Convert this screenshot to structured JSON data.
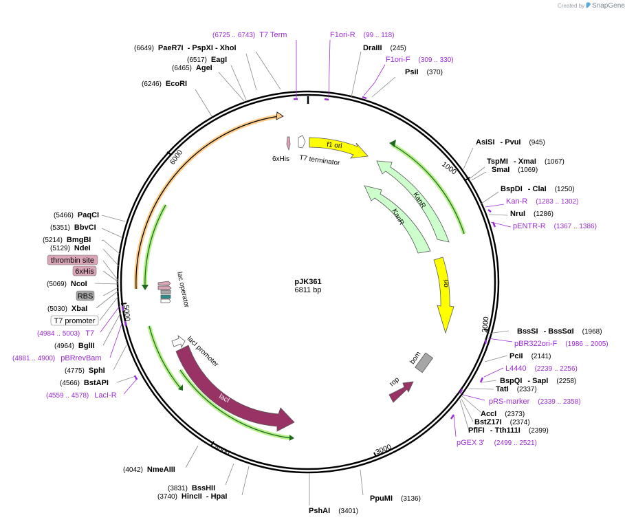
{
  "credit": {
    "prefix": "Created by",
    "brand": "SnapGene"
  },
  "plasmid": {
    "name": "pJK361",
    "size": "6811 bp"
  },
  "ticks": [
    "1000",
    "2000",
    "3000",
    "4000",
    "5000",
    "6000"
  ],
  "sites": [
    {
      "id": "T7term",
      "pos": "(6725 .. 6743)",
      "name": "T7 Term",
      "primer": true
    },
    {
      "id": "F1oriR",
      "name": "F1ori-R",
      "pos": "(99 .. 118)",
      "primer": true
    },
    {
      "id": "paer7i",
      "pos": "(6649)",
      "name": "PaeR7I",
      "suffix": "- PspXI   - XhoI"
    },
    {
      "id": "draiii",
      "name": "DraIII",
      "pos": "(245)"
    },
    {
      "id": "eagi",
      "pos": "(6517)",
      "name": "EagI"
    },
    {
      "id": "f1oriF",
      "name": "F1ori-F",
      "pos": "(309 .. 330)",
      "primer": true
    },
    {
      "id": "agei",
      "pos": "(6465)",
      "name": "AgeI"
    },
    {
      "id": "psii",
      "name": "PsiI",
      "pos": "(370)"
    },
    {
      "id": "ecori",
      "pos": "(6246)",
      "name": "EcoRI"
    },
    {
      "id": "asisi",
      "name": "AsiSI",
      "suffix": "- PvuI",
      "pos": "(945)"
    },
    {
      "id": "tspmi",
      "name": "TspMI",
      "suffix": "- XmaI",
      "pos": "(1067)"
    },
    {
      "id": "smai",
      "name": "SmaI",
      "pos": "(1069)"
    },
    {
      "id": "bspdi",
      "name": "BspDI",
      "suffix": "- ClaI",
      "pos": "(1250)"
    },
    {
      "id": "kanR",
      "name": "Kan-R",
      "pos": "(1283 .. 1302)",
      "primer": true
    },
    {
      "id": "nrui",
      "name": "NruI",
      "pos": "(1286)"
    },
    {
      "id": "pentrR",
      "name": "pENTR-R",
      "pos": "(1367 .. 1386)",
      "primer": true
    },
    {
      "id": "paqci",
      "pos": "(5466)",
      "name": "PaqCI"
    },
    {
      "id": "bbvci",
      "pos": "(5351)",
      "name": "BbvCI"
    },
    {
      "id": "bmgbi",
      "pos": "(5214)",
      "name": "BmgBI"
    },
    {
      "id": "ndei",
      "pos": "(5129)",
      "name": "NdeI"
    },
    {
      "id": "ncoi",
      "pos": "(5069)",
      "name": "NcoI"
    },
    {
      "id": "xbai",
      "pos": "(5030)",
      "name": "XbaI"
    },
    {
      "id": "t7",
      "pos": "(4984 .. 5003)",
      "name": "T7",
      "primer": true
    },
    {
      "id": "bglii",
      "pos": "(4964)",
      "name": "BglII"
    },
    {
      "id": "pbrrevbam",
      "pos": "(4881 .. 4900)",
      "name": "pBRrevBam",
      "primer": true
    },
    {
      "id": "sphi",
      "pos": "(4775)",
      "name": "SphI"
    },
    {
      "id": "bstapi",
      "pos": "(4566)",
      "name": "BstAPI"
    },
    {
      "id": "laciR",
      "pos": "(4559 .. 4578)",
      "name": "LacI-R",
      "primer": true
    },
    {
      "id": "bsssi",
      "name": "BssSI",
      "suffix": "- BssSαI",
      "pos": "(1968)"
    },
    {
      "id": "pbr322",
      "name": "pBR322ori-F",
      "pos": "(1986 .. 2005)",
      "primer": true
    },
    {
      "id": "pcii",
      "name": "PciI",
      "pos": "(2141)"
    },
    {
      "id": "l4440",
      "name": "L4440",
      "pos": "(2239 .. 2256)",
      "primer": true
    },
    {
      "id": "bspqi",
      "name": "BspQI",
      "suffix": "- SapI",
      "pos": "(2258)"
    },
    {
      "id": "tati",
      "name": "TatI",
      "pos": "(2337)"
    },
    {
      "id": "prsmarker",
      "name": "pRS-marker",
      "pos": "(2339 .. 2358)",
      "primer": true
    },
    {
      "id": "acci",
      "name": "AccI",
      "pos": "(2373)"
    },
    {
      "id": "bstz17i",
      "name": "BstZ17I",
      "pos": "(2374)"
    },
    {
      "id": "pflfi",
      "name": "PflFI",
      "suffix": "- Tth111I",
      "pos": "(2399)"
    },
    {
      "id": "pgex3",
      "name": "pGEX 3'",
      "pos": "(2499 .. 2521)",
      "primer": true
    },
    {
      "id": "nmeaiii",
      "pos": "(4042)",
      "name": "NmeAIII"
    },
    {
      "id": "bsshii",
      "pos": "(3831)",
      "name": "BssHII"
    },
    {
      "id": "hincii",
      "pos": "(3740)",
      "name": "HincII",
      "suffix": "- HpaI"
    },
    {
      "id": "ppumi",
      "name": "PpuMI",
      "pos": "(3136)"
    },
    {
      "id": "pshai",
      "name": "PshAI",
      "pos": "(3401)"
    }
  ],
  "boxed_features": {
    "thrombin": "thrombin site",
    "his": "6xHis",
    "rbs": "RBS",
    "t7promoter": "T7 promoter"
  },
  "features": {
    "f1ori": "f1 ori",
    "kanr1": "KanR",
    "kanr2": "KanR",
    "ori": "ori",
    "bom": "bom",
    "rop": "rop",
    "laci": "lacI",
    "lacipromoter": "lacI promoter",
    "lacoperator": "lac operator",
    "sixhis": "6xHis",
    "t7terminator": "T7 terminator"
  },
  "colors": {
    "yellow": "#ffff00",
    "kanr": "#ccffcc",
    "laci": "#993366",
    "gray": "#a6a6a6",
    "primer": "#9b2bd6",
    "orange": "#ffcc88",
    "green_glow": "#b7f08a"
  }
}
